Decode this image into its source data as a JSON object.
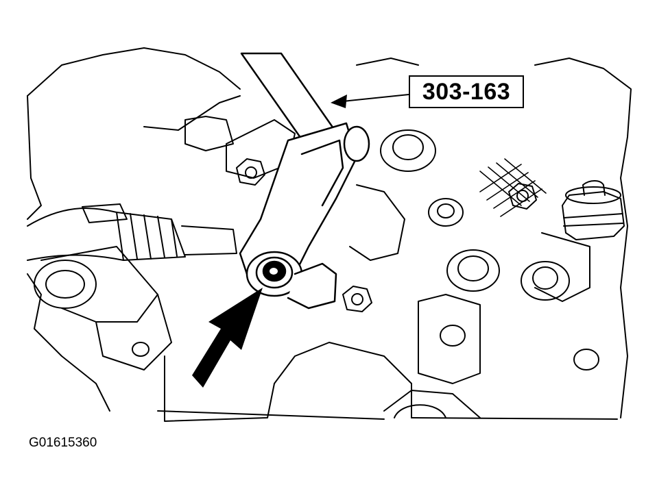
{
  "diagram": {
    "tool_callout": "303-163",
    "figure_id": "G01615360",
    "line_color": "#000000",
    "background_color": "#ffffff",
    "arrows": [
      "callout-leader-arrow",
      "solid-black-pointer-arrow"
    ]
  }
}
